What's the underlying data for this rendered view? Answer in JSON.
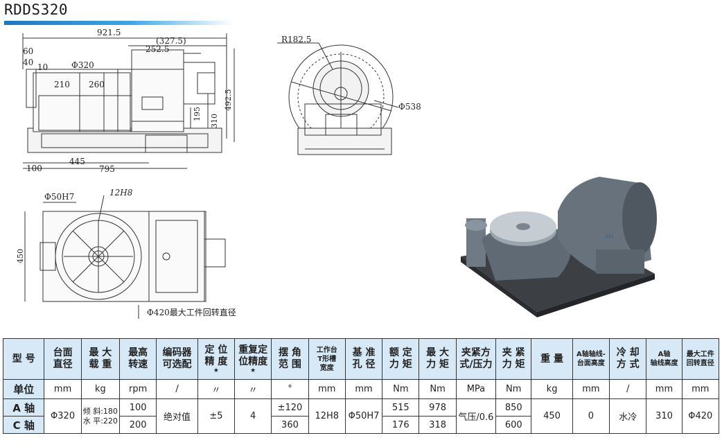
{
  "title": "RDDS320",
  "dims": {
    "total_length": "921.5",
    "d327": "(327.5)",
    "d252": "252.5",
    "d60": "60",
    "d40": "40",
    "d10": "10",
    "phi320": "Φ320",
    "d210": "210",
    "d260": "260",
    "d195": "195",
    "d310": "310",
    "d492": "492.5",
    "d100": "100",
    "d445": "445",
    "d795": "795",
    "r182": "R182.5",
    "phi538": "Φ538",
    "phi50": "Φ50H7",
    "t12": "12H8",
    "d450": "450",
    "phi420_note": "Φ420最大工件回转直径"
  },
  "photo": {
    "logo_text": "ᴊᴊᴊ"
  },
  "table": {
    "headers": [
      "型号",
      "台面直径",
      "最大载重",
      "最高转速",
      "编码器可选配",
      "定位精度",
      "重复定位精度",
      "摆角范围",
      "工作台T形槽宽度",
      "基准孔径",
      "额定力矩",
      "最大力矩",
      "夹紧方式/压力",
      "夹紧力矩",
      "重量",
      "A轴轴线-台面高度",
      "冷却方式",
      "A轴轴线高度",
      "最大工件回转直径"
    ],
    "header_lines": [
      [
        "型 号"
      ],
      [
        "台面",
        "直径"
      ],
      [
        "最 大",
        "载 重"
      ],
      [
        "最高",
        "转速"
      ],
      [
        "编码器",
        "可选配"
      ],
      [
        "定 位",
        "精 度"
      ],
      [
        "重复定",
        "位精度"
      ],
      [
        "摆 角",
        "范 围"
      ],
      [
        "工作台",
        "T形槽",
        "宽度"
      ],
      [
        "基 准",
        "孔 径"
      ],
      [
        "额 定",
        "力 矩"
      ],
      [
        "最 大",
        "力 矩"
      ],
      [
        "夹紧方",
        "式/压力"
      ],
      [
        "夹 紧",
        "力 矩"
      ],
      [
        "重 量"
      ],
      [
        "A轴轴线-",
        "台面高度"
      ],
      [
        "冷 却",
        "方 式"
      ],
      [
        "A轴",
        "轴线高度"
      ],
      [
        "最大工件",
        "回转直径"
      ]
    ],
    "star": "★",
    "units": {
      "label": "单位",
      "values": [
        "mm",
        "kg",
        "rpm",
        "/",
        "〃",
        "〃",
        "°",
        "mm",
        "mm",
        "Nm",
        "Nm",
        "MPa",
        "Nm",
        "kg",
        "mm",
        "/",
        "mm",
        "mm"
      ]
    },
    "a_axis": {
      "label": "A 轴",
      "diameter": "Φ320",
      "load_tilt": "倾 斜:180",
      "load_flat": "水 平:220",
      "speed": "100",
      "encoder": "绝对值",
      "pos_acc": "±5",
      "rep_acc": "4",
      "swing": "±120",
      "tslot": "12H8",
      "bore": "Φ50H7",
      "rated": "515",
      "max": "978",
      "clamp": "气压/0.6",
      "clamp_torque": "850",
      "weight": "450",
      "a_height": "0",
      "cooling": "水冷",
      "axis_height": "310",
      "max_work": "Φ420"
    },
    "c_axis": {
      "label": "C 轴",
      "speed": "200",
      "swing": "360",
      "rated": "176",
      "max": "318",
      "clamp_torque": "600"
    }
  }
}
